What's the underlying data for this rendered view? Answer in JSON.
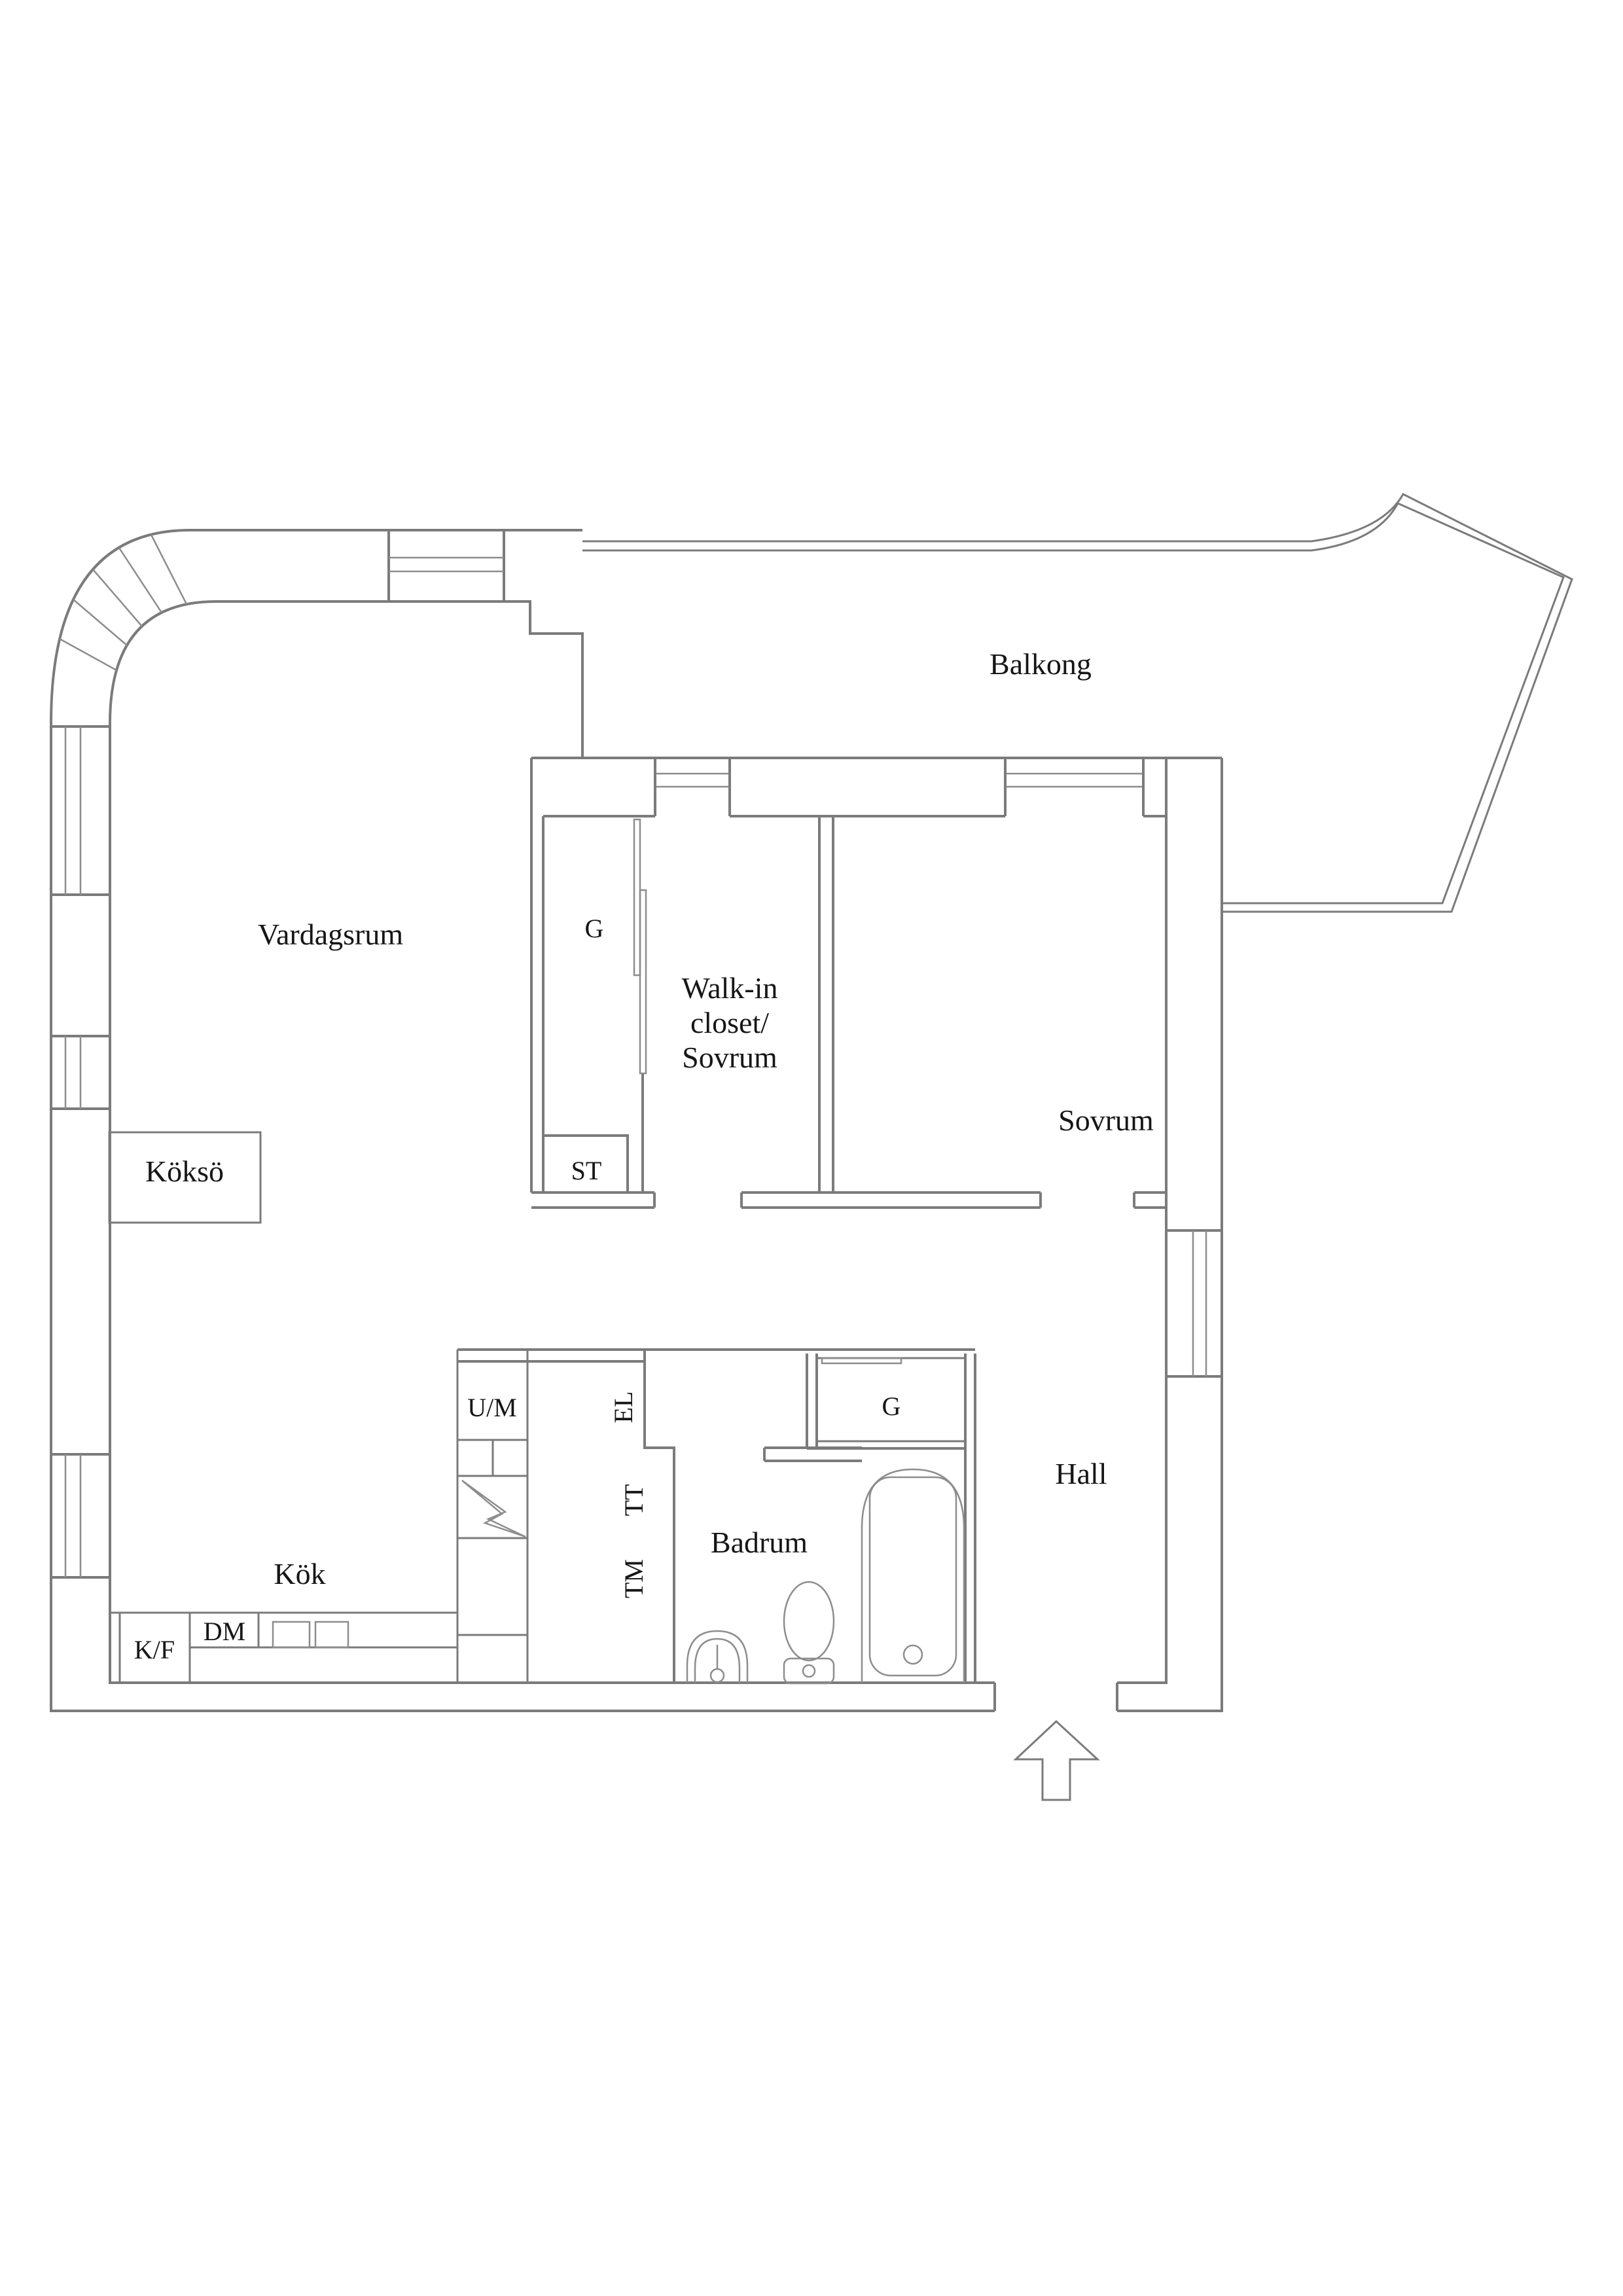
{
  "drawing": {
    "type": "apartment-floor-plan",
    "background_color": "#ffffff",
    "wall_color": "#7b7b7b",
    "thin_line_color": "#8d8d8d",
    "text_color": "#161616",
    "rooms": [
      {
        "id": "balkong",
        "label": "Balkong"
      },
      {
        "id": "vardagsrum",
        "label": "Vardagsrum"
      },
      {
        "id": "walk_in",
        "label_lines": [
          "Walk-in",
          "closet/",
          "Sovrum"
        ]
      },
      {
        "id": "sovrum",
        "label": "Sovrum"
      },
      {
        "id": "hall",
        "label": "Hall"
      },
      {
        "id": "badrum",
        "label": "Badrum"
      },
      {
        "id": "kok",
        "label": "Kök"
      },
      {
        "id": "kokso",
        "label": "Köksö"
      }
    ],
    "fixtures": [
      {
        "id": "g_walk_in",
        "label": "G"
      },
      {
        "id": "st",
        "label": "ST"
      },
      {
        "id": "g_badrum",
        "label": "G"
      },
      {
        "id": "um",
        "label": "U/M"
      },
      {
        "id": "el",
        "label": "EL"
      },
      {
        "id": "tt",
        "label": "TT"
      },
      {
        "id": "tm",
        "label": "TM"
      },
      {
        "id": "kf",
        "label": "K/F"
      },
      {
        "id": "dm",
        "label": "DM"
      }
    ],
    "entrance": {
      "symbol": "arrow-up",
      "meaning": "entrance"
    }
  }
}
